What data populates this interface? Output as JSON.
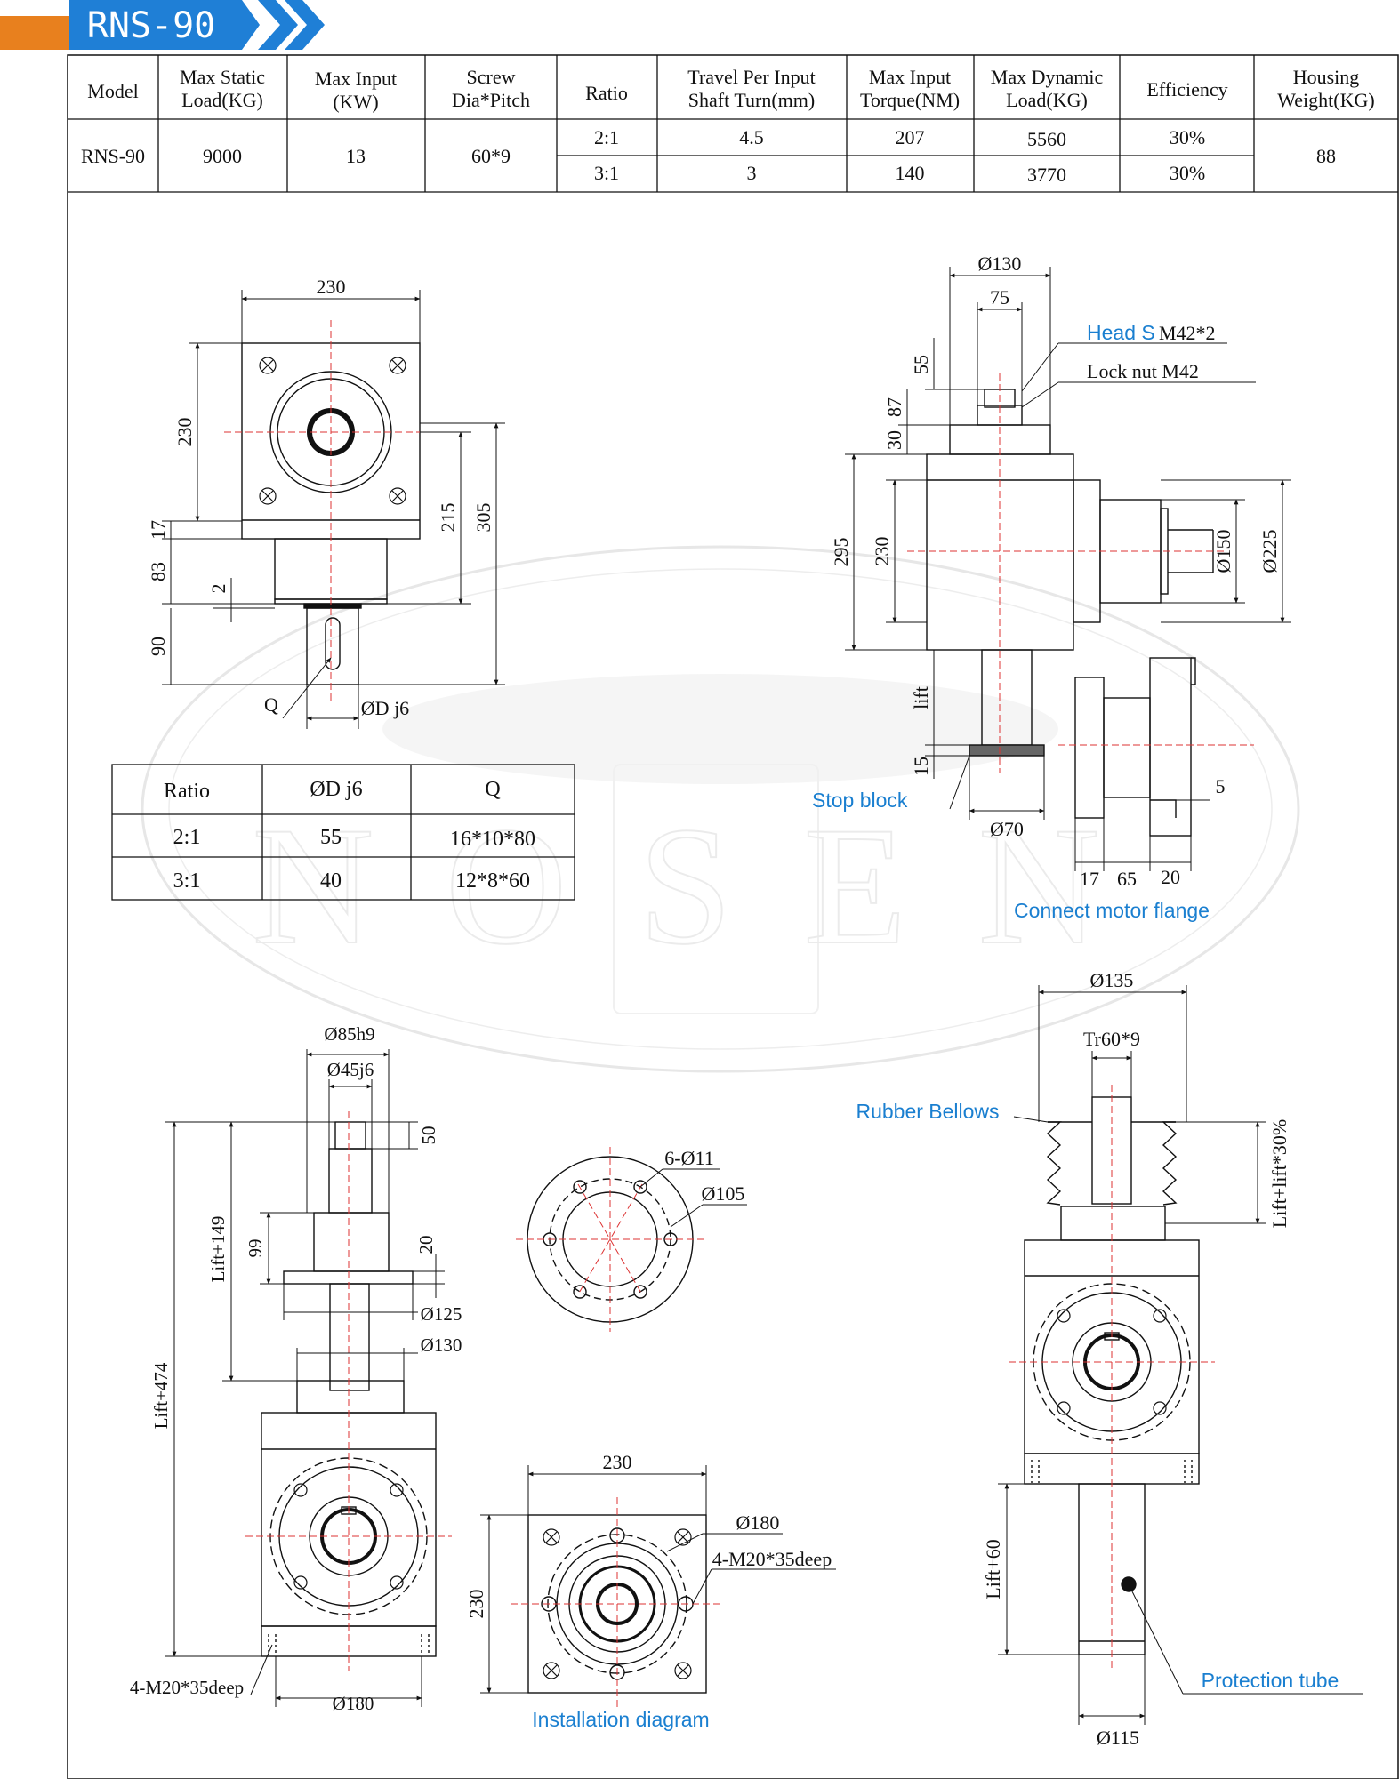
{
  "header": {
    "title": "RNS-90",
    "banner_color": "#1f7fd6",
    "accent_color": "#e8801e"
  },
  "spec_table": {
    "headers": {
      "model": "Model",
      "static_l1": "Max Static",
      "static_l2": "Load(KG)",
      "input_l1": "Max Input",
      "input_l2": "(KW)",
      "screw_l1": "Screw",
      "screw_l2": "Dia*Pitch",
      "ratio": "Ratio",
      "travel_l1": "Travel Per Input",
      "travel_l2": "Shaft Turn(mm)",
      "torque_l1": "Max Input",
      "torque_l2": "Torque(NM)",
      "dynamic_l1": "Max Dynamic",
      "dynamic_l2": "Load(KG)",
      "efficiency": "Efficiency",
      "weight_l1": "Housing",
      "weight_l2": "Weight(KG)"
    },
    "model": "RNS-90",
    "static_load": "9000",
    "max_input": "13",
    "screw": "60*9",
    "weight": "88",
    "rows": [
      {
        "ratio": "2:1",
        "travel": "4.5",
        "torque": "207",
        "dynamic": "5560",
        "efficiency": "30%"
      },
      {
        "ratio": "3:1",
        "travel": "3",
        "torque": "140",
        "dynamic": "3770",
        "efficiency": "30%"
      }
    ]
  },
  "ratio_table": {
    "headers": [
      "Ratio",
      "ØD j6",
      "Q"
    ],
    "rows": [
      [
        "2:1",
        "55",
        "16*10*80"
      ],
      [
        "3:1",
        "40",
        "12*8*60"
      ]
    ]
  },
  "watermark": "NOSEN",
  "callouts": {
    "head_s": "Head S",
    "head_s_size": "M42*2",
    "lock_nut": "Lock nut M42",
    "stop_block": "Stop block",
    "connect_motor_flange": "Connect motor flange",
    "rubber_bellows": "Rubber Bellows",
    "installation_diagram": "Installation diagram",
    "protection_tube": "Protection tube"
  },
  "dims": {
    "front_230_top": "230",
    "front_230_side": "230",
    "front_17": "17",
    "front_83": "83",
    "front_2": "2",
    "front_90": "90",
    "front_215": "215",
    "front_305": "305",
    "front_q": "Q",
    "front_dj6": "ØD j6",
    "side_d130": "Ø130",
    "side_75": "75",
    "side_55": "55",
    "side_87": "87",
    "side_30": "30",
    "side_295": "295",
    "side_230": "230",
    "side_d150": "Ø150",
    "side_d225": "Ø225",
    "side_lift": "lift",
    "side_15": "15",
    "side_d70": "Ø70",
    "side_5": "5",
    "side_17": "17",
    "side_65": "65",
    "side_20": "20",
    "low_d85h9": "Ø85h9",
    "low_d45j6": "Ø45j6",
    "low_50": "50",
    "low_lift149": "Lift+149",
    "low_99": "99",
    "low_20": "20",
    "low_d125": "Ø125",
    "low_d130": "Ø130",
    "low_lift474": "Lift+474",
    "low_4m20": "4-M20*35deep",
    "low_d180": "Ø180",
    "circ_6d11": "6-Ø11",
    "circ_d105": "Ø105",
    "inst_230_top": "230",
    "inst_230_side": "230",
    "inst_d180": "Ø180",
    "inst_4m20": "4-M20*35deep",
    "bel_d135": "Ø135",
    "bel_tr": "Tr60*9",
    "bel_liftpct": "Lift+lift*30%",
    "bel_lift60": "Lift+60",
    "bel_d115": "Ø115"
  }
}
